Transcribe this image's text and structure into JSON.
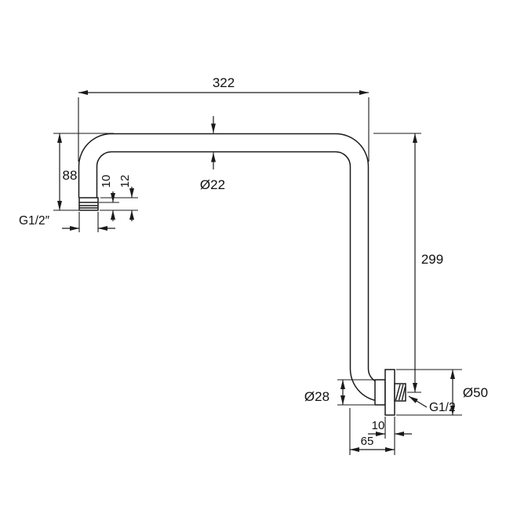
{
  "drawing": {
    "colors": {
      "line": "#1a1a1a",
      "background": "#ffffff"
    },
    "dimensions": {
      "width_overall": "322",
      "height_left_drop": "88",
      "left_offset_10": "10",
      "left_offset_12": "12",
      "thread_left": "G1/2″",
      "diameter_tube": "Ø22",
      "height_right": "299",
      "diameter_collar": "Ø28",
      "diameter_flange": "Ø50",
      "thread_right": "G1/2",
      "flange_thickness": "10",
      "wall_offset": "65"
    }
  }
}
